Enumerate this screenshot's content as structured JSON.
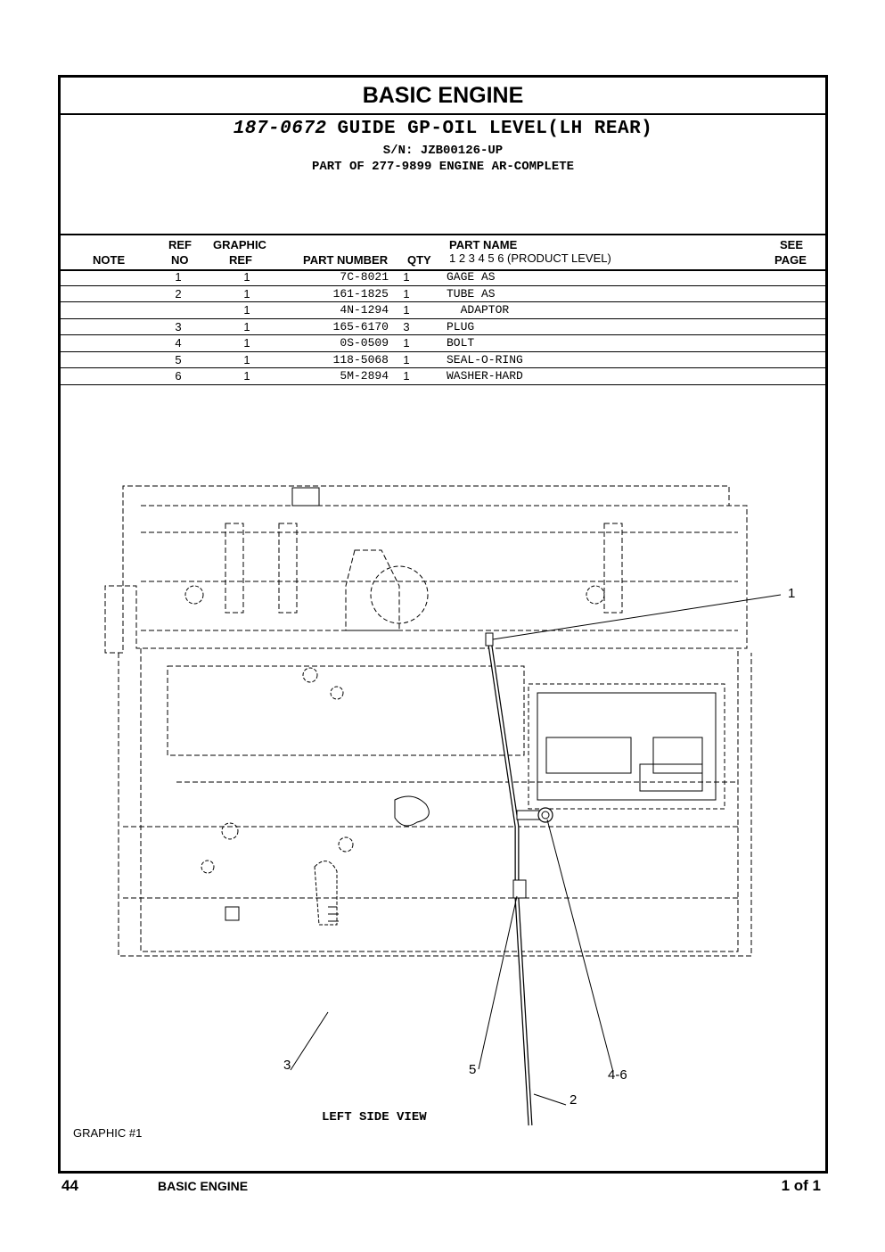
{
  "header": {
    "section_title": "BASIC ENGINE",
    "part_number": "187-0672",
    "part_title": "GUIDE GP-OIL LEVEL(LH REAR)",
    "serial": "S/N: JZB00126-UP",
    "part_of": "PART OF 277-9899  ENGINE AR-COMPLETE"
  },
  "columns": {
    "note": "NOTE",
    "ref_top": "REF",
    "ref_bottom": "NO",
    "graphic_top": "GRAPHIC",
    "graphic_bottom": "REF",
    "part_number": "PART NUMBER",
    "qty": "QTY",
    "part_name": "PART NAME",
    "product_level": "1 2 3 4 5 6 (PRODUCT LEVEL)",
    "see_top": "SEE",
    "see_bottom": "PAGE"
  },
  "parts": [
    {
      "ref": "1",
      "graphic": "1",
      "part_number": "7C-8021",
      "qty": "1",
      "name": "GAGE AS"
    },
    {
      "ref": "2",
      "graphic": "1",
      "part_number": "161-1825",
      "qty": "1",
      "name": "TUBE AS"
    },
    {
      "ref": "",
      "graphic": "1",
      "part_number": "4N-1294",
      "qty": "1",
      "name": "  ADAPTOR"
    },
    {
      "ref": "3",
      "graphic": "1",
      "part_number": "165-6170",
      "qty": "3",
      "name": "PLUG"
    },
    {
      "ref": "4",
      "graphic": "1",
      "part_number": "0S-0509",
      "qty": "1",
      "name": "BOLT"
    },
    {
      "ref": "5",
      "graphic": "1",
      "part_number": "118-5068",
      "qty": "1",
      "name": "SEAL-O-RING"
    },
    {
      "ref": "6",
      "graphic": "1",
      "part_number": "5M-2894",
      "qty": "1",
      "name": "WASHER-HARD"
    }
  ],
  "drawing": {
    "callouts": [
      "1",
      "2",
      "3",
      "4-6",
      "5"
    ],
    "view_label": "LEFT SIDE VIEW",
    "graphic_label": "GRAPHIC #1"
  },
  "footer": {
    "page_number": "44",
    "section": "BASIC ENGINE",
    "page_of": "1 of 1"
  }
}
